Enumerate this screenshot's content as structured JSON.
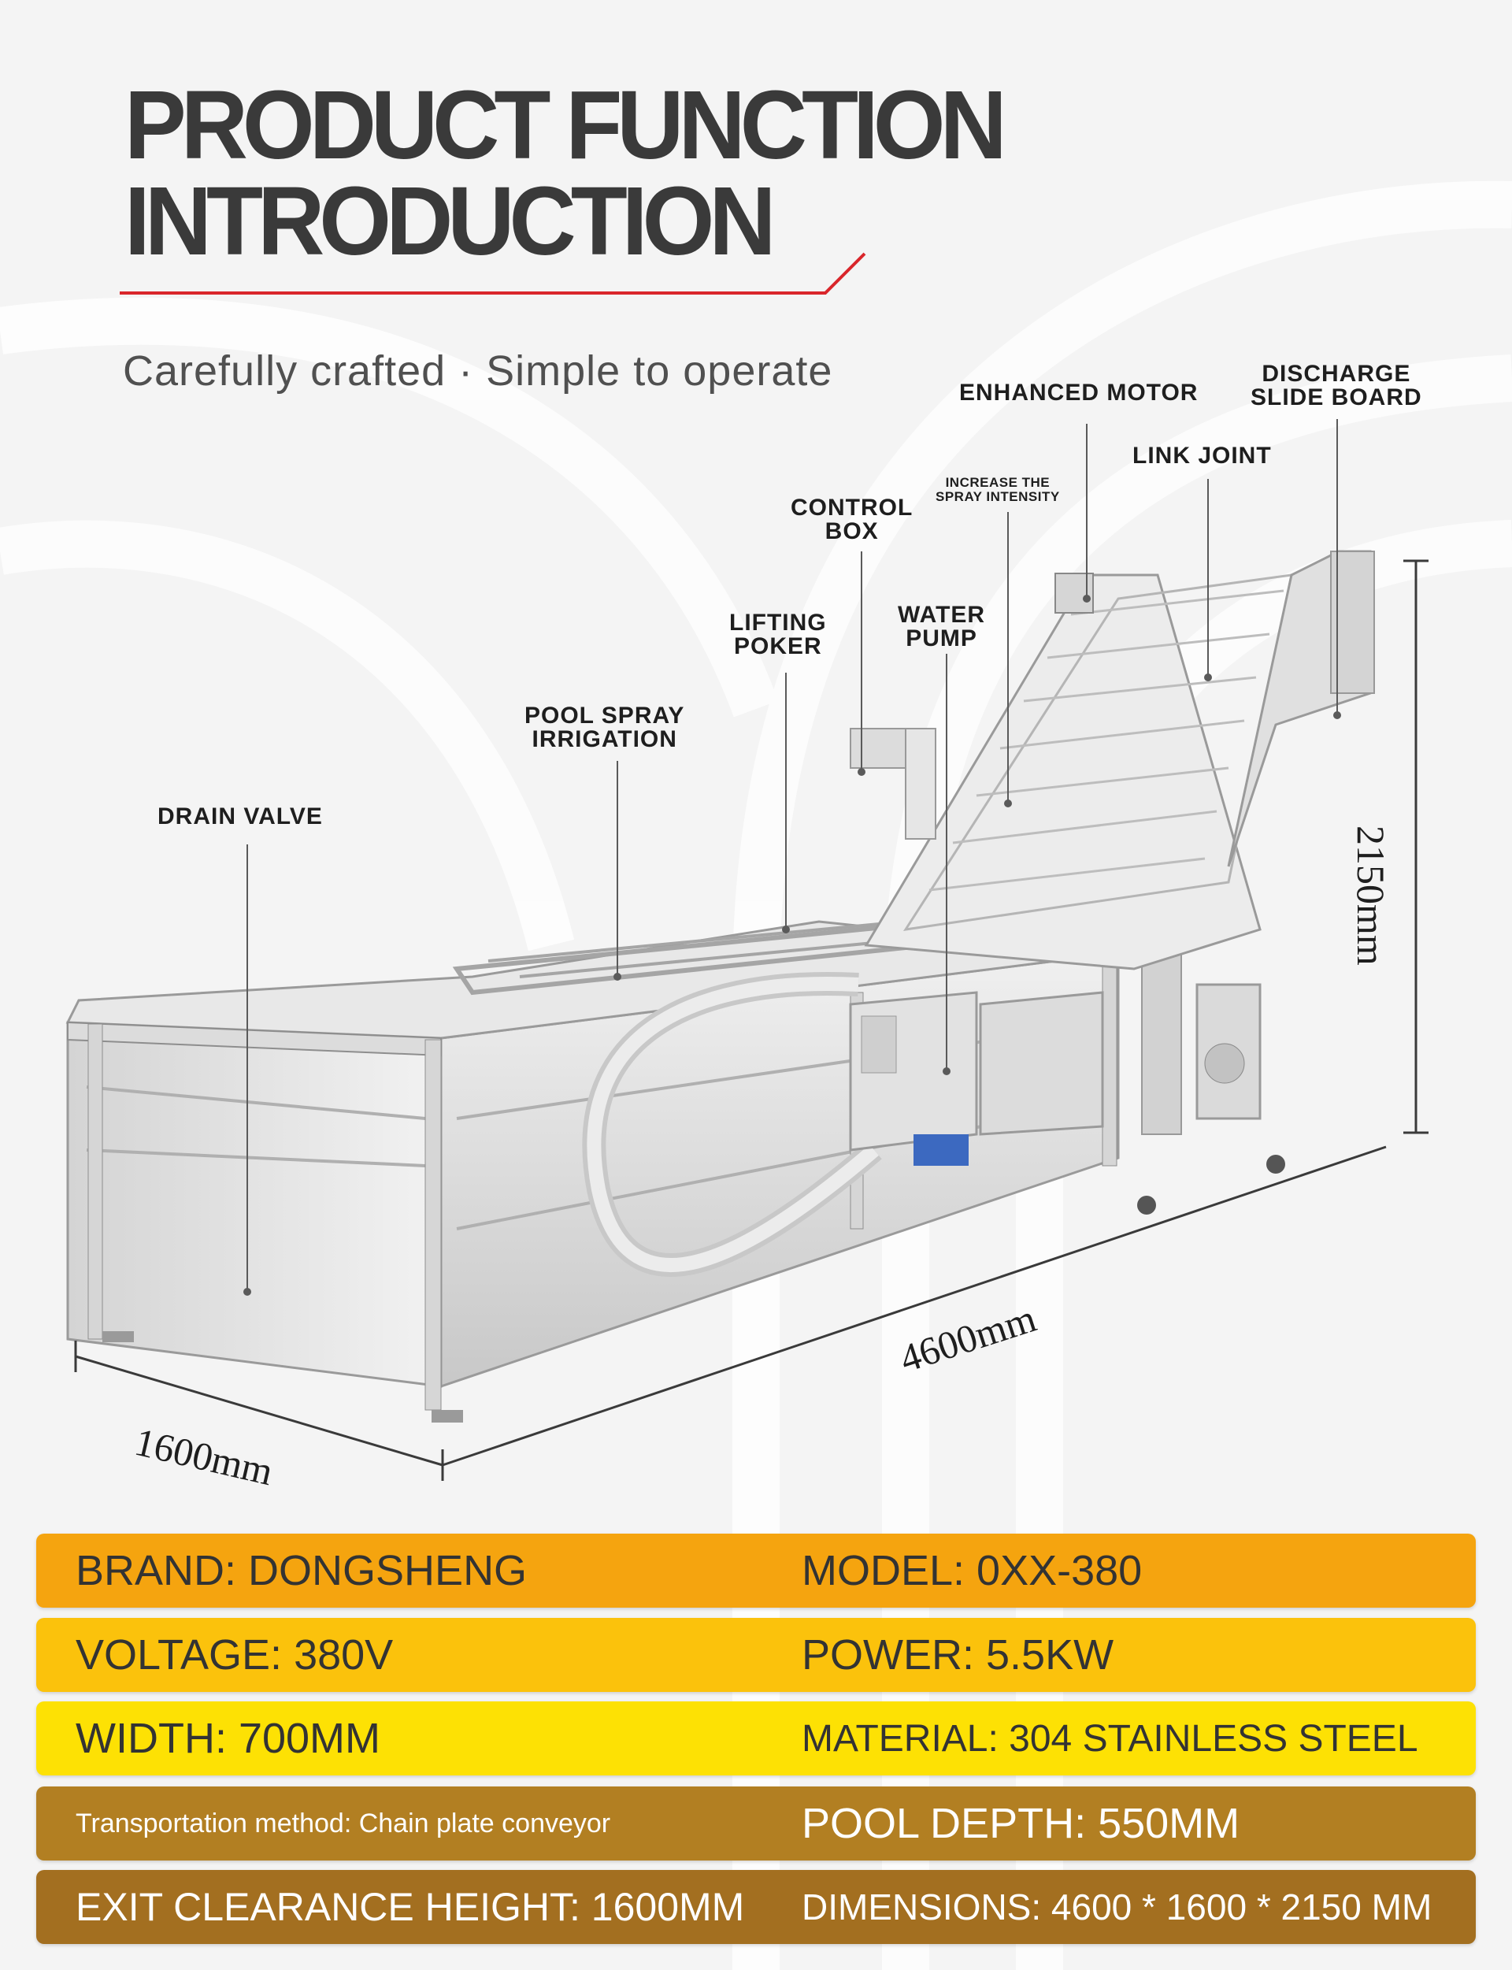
{
  "header": {
    "title_line1": "PRODUCT FUNCTION",
    "title_line2": "INTRODUCTION",
    "subtitle": "Carefully crafted · Simple to operate"
  },
  "callouts": {
    "enhanced_motor": "ENHANCED MOTOR",
    "discharge_slide_board": "DISCHARGE\nSLIDE BOARD",
    "link_joint": "LINK JOINT",
    "increase_spray": "INCREASE THE\nSPRAY INTENSITY",
    "control_box": "CONTROL\nBOX",
    "lifting_poker": "LIFTING\nPOKER",
    "water_pump": "WATER\nPUMP",
    "pool_spray_irrigation": "POOL SPRAY\nIRRIGATION",
    "drain_valve": "DRAIN VALVE"
  },
  "dimensions": {
    "height": "2150mm",
    "length": "4600mm",
    "width": "1600mm"
  },
  "specs": [
    {
      "left": "BRAND: DONGSHENG",
      "right": "MODEL: 0XX-380"
    },
    {
      "left": "VOLTAGE: 380V",
      "right": "POWER: 5.5KW"
    },
    {
      "left": "WIDTH: 700MM",
      "right": "MATERIAL: 304 STAINLESS STEEL"
    },
    {
      "left": "Transportation method: Chain plate conveyor",
      "right": "POOL DEPTH: 550MM"
    },
    {
      "left": "EXIT CLEARANCE HEIGHT: 1600MM",
      "right": "DIMENSIONS: 4600 * 1600 * 2150 MM"
    }
  ],
  "colors": {
    "accent_red": "#d9262b",
    "row1": "#f5a40f",
    "row2": "#fbc20c",
    "row3": "#fde104",
    "row4": "#b27f22",
    "row5": "#a36f20"
  }
}
